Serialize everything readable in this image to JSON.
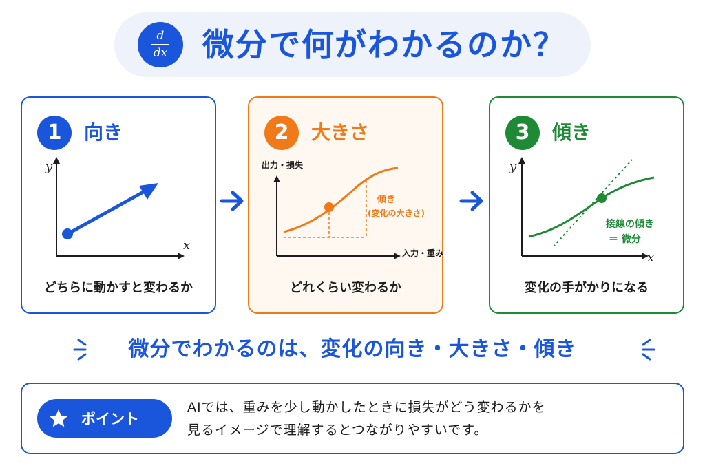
{
  "title": {
    "badge_numerator": "d",
    "badge_denominator": "dx",
    "text": "微分で何がわかるのか？"
  },
  "cards": [
    {
      "number": "1",
      "title": "向き",
      "y_label": "y",
      "x_label": "x",
      "caption": "どちらに動かすと変わるか",
      "color": "#1a56db"
    },
    {
      "number": "2",
      "title": "大きさ",
      "y_label": "出力・損失",
      "x_label": "入力・重み",
      "annotation_1": "傾き",
      "annotation_2": "(変化の大きさ)",
      "caption": "どれくらい変わるか",
      "color": "#f07a1a"
    },
    {
      "number": "3",
      "title": "傾き",
      "y_label": "y",
      "x_label": "x",
      "annotation_1": "接線の傾き",
      "annotation_2": "＝ 微分",
      "caption": "変化の手がかりになる",
      "color": "#1e8a36"
    }
  ],
  "summary": "微分でわかるのは、変化の向き・大きさ・傾き",
  "point": {
    "label": "ポイント",
    "line_1": "AIでは、重みを少し動かしたときに損失がどう変わるかを",
    "line_2": "見るイメージで理解するとつながりやすいです。"
  },
  "colors": {
    "blue": "#1a56db",
    "orange": "#f07a1a",
    "green": "#1e8a36",
    "title_bg": "#eef3fb"
  }
}
